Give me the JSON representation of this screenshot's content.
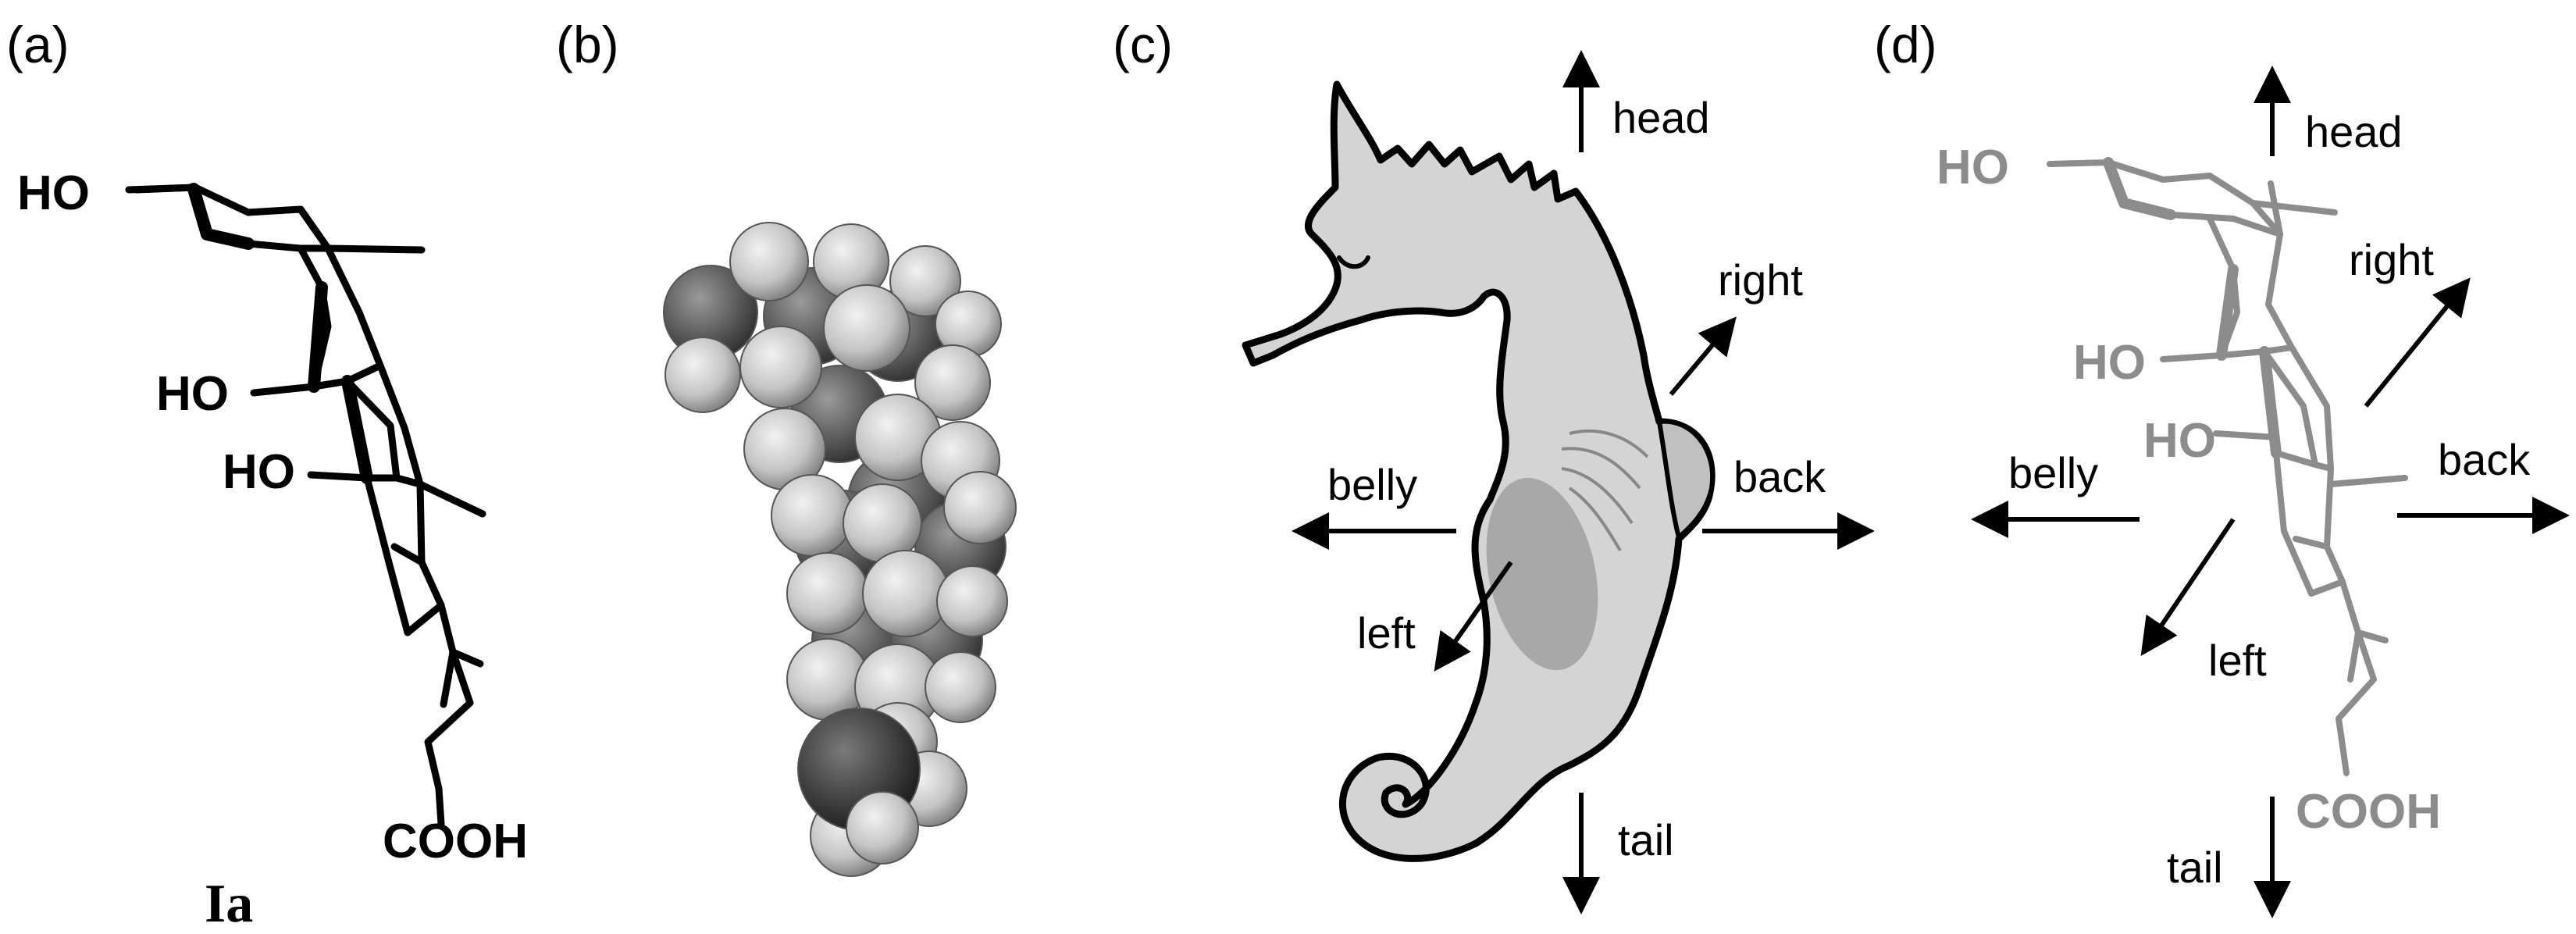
{
  "panels": {
    "a": {
      "label": "(a)",
      "atoms": {
        "ho_top": "HO",
        "ho_mid": "HO",
        "ho_low": "HO",
        "acid": "COOH"
      },
      "compound": "Ia"
    },
    "b": {
      "label": "(b)"
    },
    "c": {
      "label": "(c)",
      "directions": {
        "head": "head",
        "right": "right",
        "belly": "belly",
        "back": "back",
        "left": "left",
        "tail": "tail"
      }
    },
    "d": {
      "label": "(d)",
      "atoms": {
        "ho_top": "HO",
        "ho_mid": "HO",
        "ho_low": "HO",
        "acid": "COOH"
      },
      "directions": {
        "head": "head",
        "right": "right",
        "belly": "belly",
        "back": "back",
        "left": "left",
        "tail": "tail"
      }
    }
  },
  "colors": {
    "ink": "#000000",
    "grey_structure": "#8c8c8c",
    "seahorse_body": "#d4d4d4",
    "seahorse_shadow": "#a8a8a8"
  }
}
